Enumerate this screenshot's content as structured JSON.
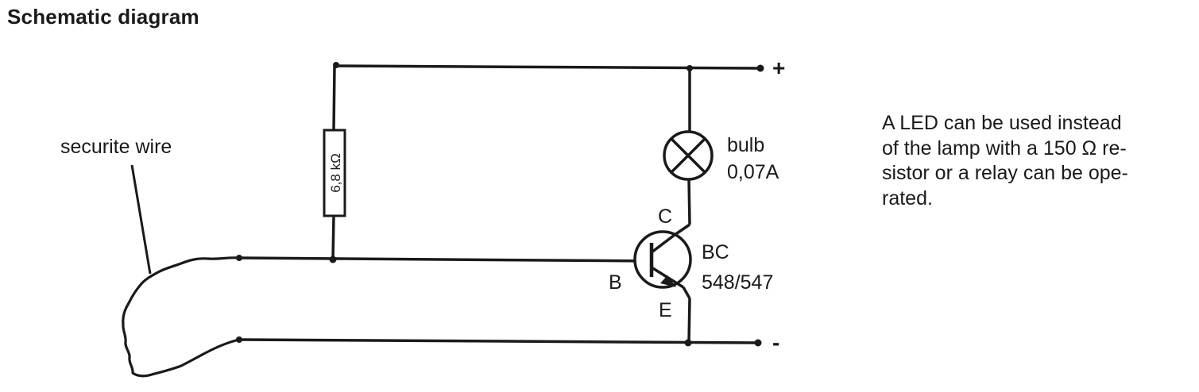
{
  "heading": "Schematic diagram",
  "labels": {
    "wire": "securite wire",
    "resistor_value": "6,8 kΩ",
    "bulb_name": "bulb",
    "bulb_current": "0,07A",
    "collector": "C",
    "base": "B",
    "emitter": "E",
    "transistor_line1": "BC",
    "transistor_line2": "548/547",
    "positive_terminal": "+",
    "negative_terminal": "-"
  },
  "note": {
    "lines": [
      "A LED can be used instead",
      "of the lamp with a 150 Ω re-",
      "sistor or a relay can be ope-",
      "rated."
    ]
  }
}
